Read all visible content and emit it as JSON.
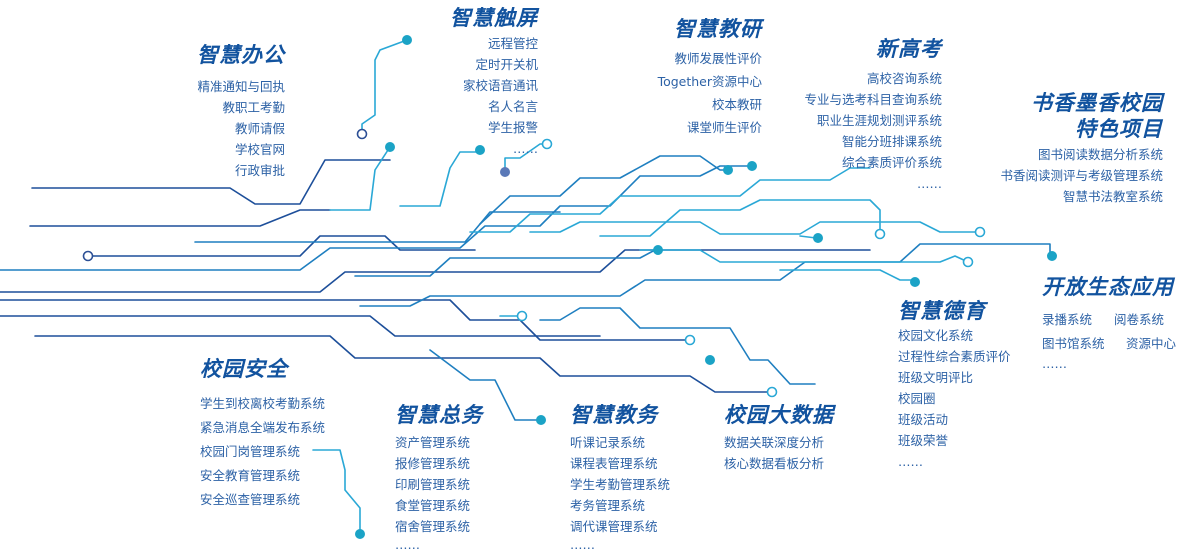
{
  "groups": {
    "office": {
      "title": "智慧办公",
      "items": [
        "精准通知与回执",
        "教职工考勤",
        "教师请假",
        "学校官网",
        "行政审批"
      ]
    },
    "touch": {
      "title": "智慧触屏",
      "items": [
        "远程管控",
        "定时开关机",
        "家校语音通讯",
        "名人名言",
        "学生报警",
        "……"
      ]
    },
    "research": {
      "title": "智慧教研",
      "items": [
        "教师发展性评价",
        "Together资源中心",
        "校本教研",
        "课堂师生评价"
      ]
    },
    "gaokao": {
      "title": "新高考",
      "items": [
        "高校咨询系统",
        "专业与选考科目查询系统",
        "职业生涯规划测评系统",
        "智能分班排课系统",
        "综合素质评价系统",
        "……"
      ]
    },
    "reading": {
      "title_lines": [
        "书香墨香校园",
        "特色项目"
      ],
      "items": [
        "图书阅读数据分析系统",
        "书香阅读测评与考级管理系统",
        "智慧书法教室系统"
      ]
    },
    "open": {
      "title": "开放生态应用",
      "rows": [
        [
          "录播系统",
          "阅卷系统"
        ],
        [
          "图书馆系统",
          "资源中心"
        ],
        [
          "……"
        ]
      ]
    },
    "moral": {
      "title": "智慧德育",
      "items": [
        "校园文化系统",
        "过程性综合素质评价",
        "班级文明评比",
        "校园圈",
        "班级活动",
        "班级荣誉",
        "……"
      ]
    },
    "safety": {
      "title": "校园安全",
      "items": [
        "学生到校离校考勤系统",
        "紧急消息全端发布系统",
        "校园门岗管理系统",
        "安全教育管理系统",
        "安全巡查管理系统"
      ]
    },
    "logistics": {
      "title": "智慧总务",
      "items": [
        "资产管理系统",
        "报修管理系统",
        "印刷管理系统",
        "食堂管理系统",
        "宿舍管理系统",
        "……"
      ]
    },
    "academic": {
      "title": "智慧教务",
      "items": [
        "听课记录系统",
        "课程表管理系统",
        "学生考勤管理系统",
        "考务管理系统",
        "调代课管理系统",
        "……"
      ]
    },
    "bigdata": {
      "title": "校园大数据",
      "items": [
        "数据关联深度分析",
        "核心数据看板分析"
      ]
    }
  },
  "colors": {
    "title": "#12539f",
    "item_text": "#2d62a6",
    "line_dark": "#1d4f9a",
    "line_mid": "#1f7fc0",
    "line_light": "#2aa8d6",
    "dot_cyan": "#1ba3c6",
    "dot_navy": "#2c4f95"
  }
}
